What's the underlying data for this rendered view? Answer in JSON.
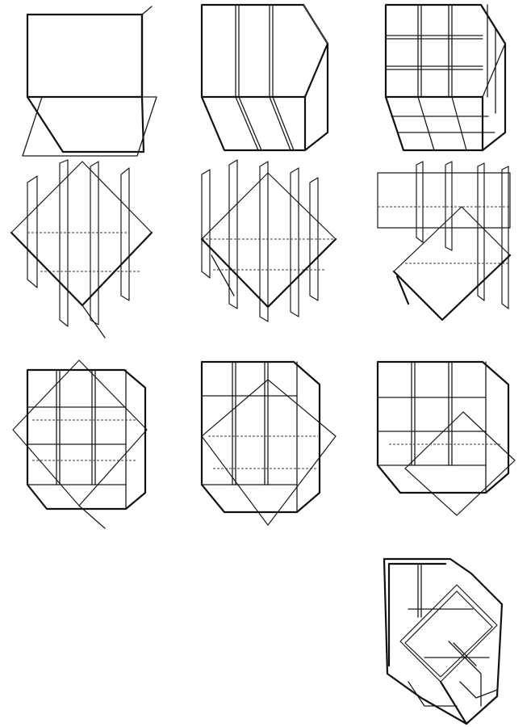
{
  "diagram": {
    "description_free": true,
    "panels": [
      {
        "id": "cube"
      },
      {
        "id": "cube-vertical-slices"
      },
      {
        "id": "cube-grid"
      },
      {
        "id": "planes-a"
      },
      {
        "id": "planes-b"
      },
      {
        "id": "planes-c"
      },
      {
        "id": "frame-a"
      },
      {
        "id": "frame-b"
      },
      {
        "id": "frame-c"
      },
      {
        "id": "final-assembly"
      }
    ]
  }
}
